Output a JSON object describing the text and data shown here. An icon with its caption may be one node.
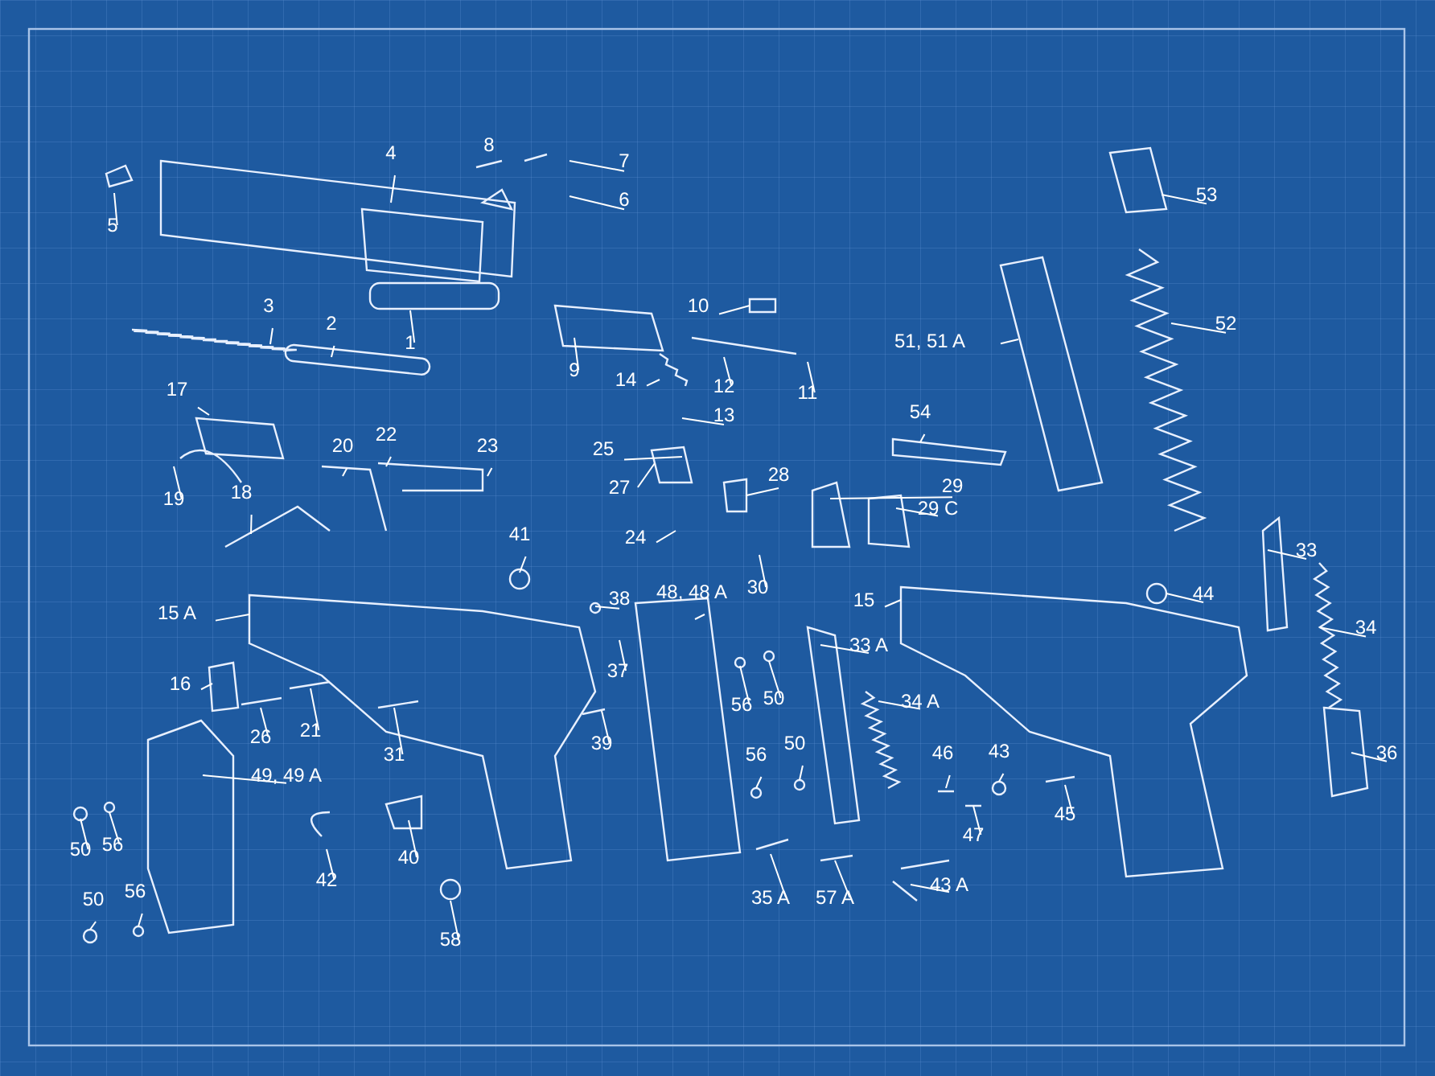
{
  "diagram": {
    "nodes": [
      {
        "text": [
          "4"
        ]
      },
      {
        "text": [
          "8"
        ]
      },
      {
        "text": [
          "7"
        ]
      },
      {
        "text": [
          "6"
        ]
      },
      {
        "text": [
          "5"
        ]
      },
      {
        "text": [
          "10"
        ]
      },
      {
        "text": [
          "3"
        ]
      },
      {
        "text": [
          "2"
        ]
      },
      {
        "text": [
          "1"
        ]
      },
      {
        "text": [
          "9"
        ]
      },
      {
        "text": [
          "51, 51 A"
        ]
      },
      {
        "text": [
          "52"
        ]
      },
      {
        "text": [
          "53"
        ]
      },
      {
        "text": [
          "14"
        ]
      },
      {
        "text": [
          "12"
        ]
      },
      {
        "text": [
          "11"
        ]
      },
      {
        "text": [
          "13"
        ]
      },
      {
        "text": [
          "17"
        ]
      },
      {
        "text": [
          "54"
        ]
      },
      {
        "text": [
          "20"
        ]
      },
      {
        "text": [
          "22"
        ]
      },
      {
        "text": [
          "23"
        ]
      },
      {
        "text": [
          "25"
        ]
      },
      {
        "text": [
          "28"
        ]
      },
      {
        "text": [
          "29"
        ]
      },
      {
        "text": [
          "27"
        ]
      },
      {
        "text": [
          "19"
        ]
      },
      {
        "text": [
          "18"
        ]
      },
      {
        "text": [
          "29 C"
        ]
      },
      {
        "text": [
          "24"
        ]
      },
      {
        "text": [
          "41"
        ]
      },
      {
        "text": [
          "33"
        ]
      },
      {
        "text": [
          "30"
        ]
      },
      {
        "text": [
          "48, 48 A"
        ]
      },
      {
        "text": [
          "38"
        ]
      },
      {
        "text": [
          "44"
        ]
      },
      {
        "text": [
          "15"
        ]
      },
      {
        "text": [
          "15 A"
        ]
      },
      {
        "text": [
          "34"
        ]
      },
      {
        "text": [
          "33 A"
        ]
      },
      {
        "text": [
          "37"
        ]
      },
      {
        "text": [
          "16"
        ]
      },
      {
        "text": [
          "56"
        ]
      },
      {
        "text": [
          "50"
        ]
      },
      {
        "text": [
          "34 A"
        ]
      },
      {
        "text": [
          "26"
        ]
      },
      {
        "text": [
          "21"
        ]
      },
      {
        "text": [
          "39"
        ]
      },
      {
        "text": [
          "31"
        ]
      },
      {
        "text": [
          "49, 49 A"
        ]
      },
      {
        "text": [
          "36"
        ]
      },
      {
        "text": [
          "46"
        ]
      },
      {
        "text": [
          "43"
        ]
      },
      {
        "text": [
          "56"
        ]
      },
      {
        "text": [
          "50"
        ]
      },
      {
        "text": [
          "47"
        ]
      },
      {
        "text": [
          "45"
        ]
      },
      {
        "text": [
          "50"
        ]
      },
      {
        "text": [
          "56"
        ]
      },
      {
        "text": [
          "40"
        ]
      },
      {
        "text": [
          "42"
        ]
      },
      {
        "text": [
          "43 A"
        ]
      },
      {
        "text": [
          "35 A"
        ]
      },
      {
        "text": [
          "57 A"
        ]
      },
      {
        "text": [
          "50"
        ]
      },
      {
        "text": [
          "56"
        ]
      },
      {
        "text": [
          "58"
        ]
      }
    ],
    "edges": [
      {
        "from": 0,
        "to": null,
        "arrow": "none"
      },
      {
        "from": 1,
        "to": null,
        "arrow": "none"
      },
      {
        "from": 2,
        "to": null,
        "arrow": "none"
      },
      {
        "from": 3,
        "to": null,
        "arrow": "none"
      },
      {
        "from": 4,
        "to": null,
        "arrow": "none"
      },
      {
        "from": 5,
        "to": null,
        "arrow": "none"
      },
      {
        "from": 6,
        "to": null,
        "arrow": "none"
      },
      {
        "from": 7,
        "to": null,
        "arrow": "none"
      },
      {
        "from": 8,
        "to": null,
        "arrow": "none"
      },
      {
        "from": 9,
        "to": null,
        "arrow": "none"
      },
      {
        "from": 10,
        "to": null,
        "arrow": "none"
      },
      {
        "from": 11,
        "to": null,
        "arrow": "none"
      },
      {
        "from": 12,
        "to": null,
        "arrow": "none"
      },
      {
        "from": 13,
        "to": null,
        "arrow": "none"
      },
      {
        "from": 14,
        "to": null,
        "arrow": "none"
      },
      {
        "from": 15,
        "to": null,
        "arrow": "none"
      },
      {
        "from": 16,
        "to": null,
        "arrow": "none"
      },
      {
        "from": 17,
        "to": null,
        "arrow": "none"
      },
      {
        "from": 18,
        "to": null,
        "arrow": "none"
      },
      {
        "from": 19,
        "to": null,
        "arrow": "none"
      },
      {
        "from": 20,
        "to": null,
        "arrow": "none"
      },
      {
        "from": 21,
        "to": null,
        "arrow": "none"
      },
      {
        "from": 22,
        "to": null,
        "arrow": "none"
      },
      {
        "from": 23,
        "to": null,
        "arrow": "none"
      },
      {
        "from": 24,
        "to": null,
        "arrow": "none"
      },
      {
        "from": 25,
        "to": null,
        "arrow": "none"
      },
      {
        "from": 26,
        "to": null,
        "arrow": "none"
      },
      {
        "from": 27,
        "to": null,
        "arrow": "none"
      },
      {
        "from": 28,
        "to": null,
        "arrow": "none"
      },
      {
        "from": 29,
        "to": null,
        "arrow": "none"
      },
      {
        "from": 30,
        "to": null,
        "arrow": "none"
      },
      {
        "from": 31,
        "to": null,
        "arrow": "none"
      },
      {
        "from": 32,
        "to": null,
        "arrow": "none"
      },
      {
        "from": 33,
        "to": null,
        "arrow": "none"
      },
      {
        "from": 34,
        "to": null,
        "arrow": "none"
      },
      {
        "from": 35,
        "to": null,
        "arrow": "none"
      },
      {
        "from": 36,
        "to": null,
        "arrow": "none"
      },
      {
        "from": 37,
        "to": null,
        "arrow": "none"
      },
      {
        "from": 38,
        "to": null,
        "arrow": "none"
      },
      {
        "from": 39,
        "to": null,
        "arrow": "none"
      },
      {
        "from": 40,
        "to": null,
        "arrow": "none"
      },
      {
        "from": 41,
        "to": null,
        "arrow": "none"
      },
      {
        "from": 42,
        "to": null,
        "arrow": "none"
      },
      {
        "from": 43,
        "to": null,
        "arrow": "none"
      },
      {
        "from": 44,
        "to": null,
        "arrow": "none"
      },
      {
        "from": 45,
        "to": null,
        "arrow": "none"
      },
      {
        "from": 46,
        "to": null,
        "arrow": "none"
      },
      {
        "from": 47,
        "to": null,
        "arrow": "none"
      },
      {
        "from": 48,
        "to": null,
        "arrow": "none"
      },
      {
        "from": 49,
        "to": null,
        "arrow": "none"
      },
      {
        "from": 50,
        "to": null,
        "arrow": "none"
      },
      {
        "from": 51,
        "to": null,
        "arrow": "none"
      },
      {
        "from": 52,
        "to": null,
        "arrow": "none"
      },
      {
        "from": 53,
        "to": null,
        "arrow": "none"
      },
      {
        "from": 54,
        "to": null,
        "arrow": "none"
      },
      {
        "from": 55,
        "to": null,
        "arrow": "none"
      },
      {
        "from": 56,
        "to": null,
        "arrow": "none"
      },
      {
        "from": 57,
        "to": null,
        "arrow": "none"
      },
      {
        "from": 58,
        "to": null,
        "arrow": "none"
      },
      {
        "from": 59,
        "to": null,
        "arrow": "none"
      },
      {
        "from": 60,
        "to": null,
        "arrow": "none"
      },
      {
        "from": 61,
        "to": null,
        "arrow": "none"
      },
      {
        "from": 62,
        "to": null,
        "arrow": "none"
      },
      {
        "from": 63,
        "to": null,
        "arrow": "none"
      },
      {
        "from": 64,
        "to": null,
        "arrow": "none"
      },
      {
        "from": 65,
        "to": null,
        "arrow": "none"
      },
      {
        "from": 66,
        "to": null,
        "arrow": "none"
      }
    ]
  }
}
